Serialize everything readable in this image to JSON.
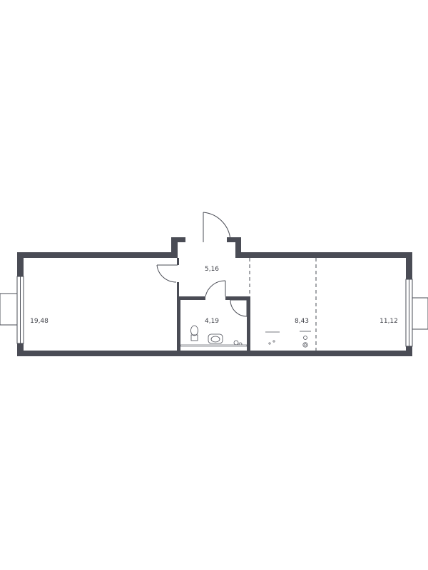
{
  "rooms": [
    {
      "id": "living-room",
      "area": "19,48"
    },
    {
      "id": "hallway",
      "area": "5,16"
    },
    {
      "id": "bathroom",
      "area": "4,19"
    },
    {
      "id": "kitchen",
      "area": "8,43"
    },
    {
      "id": "bedroom",
      "area": "11,12"
    }
  ],
  "colors": {
    "wall": "#4a4c55",
    "background": "#ffffff",
    "text": "#3b3d44"
  }
}
